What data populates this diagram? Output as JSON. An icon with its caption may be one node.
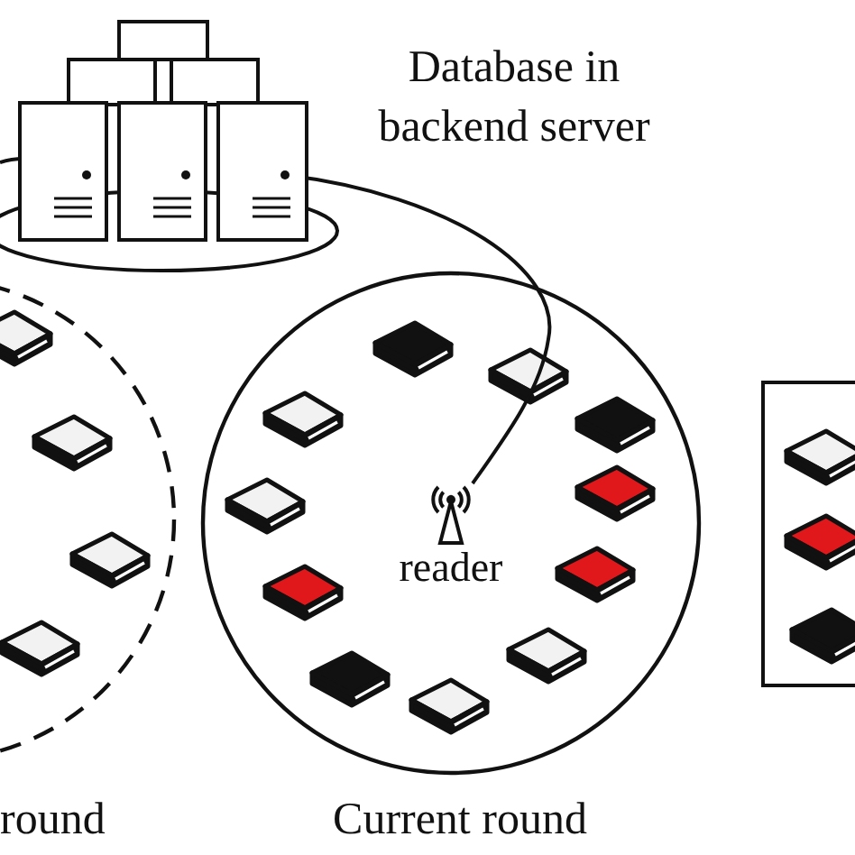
{
  "diagram": {
    "nodes": [
      {
        "text": [
          "Database in backend server"
        ]
      },
      {
        "text": [],
        "shape": "circle",
        "beside": [
          "round"
        ]
      },
      {
        "text": [],
        "shape": "circle",
        "beside": [
          "Current round"
        ]
      },
      {
        "text": [
          "reader"
        ],
        "in": 2
      },
      {
        "text": [],
        "shape": "box"
      }
    ],
    "edges": [
      {
        "from": 0,
        "to": 3,
        "arrow": "none"
      },
      {
        "from": 0,
        "to": null,
        "arrow": "none"
      }
    ]
  }
}
